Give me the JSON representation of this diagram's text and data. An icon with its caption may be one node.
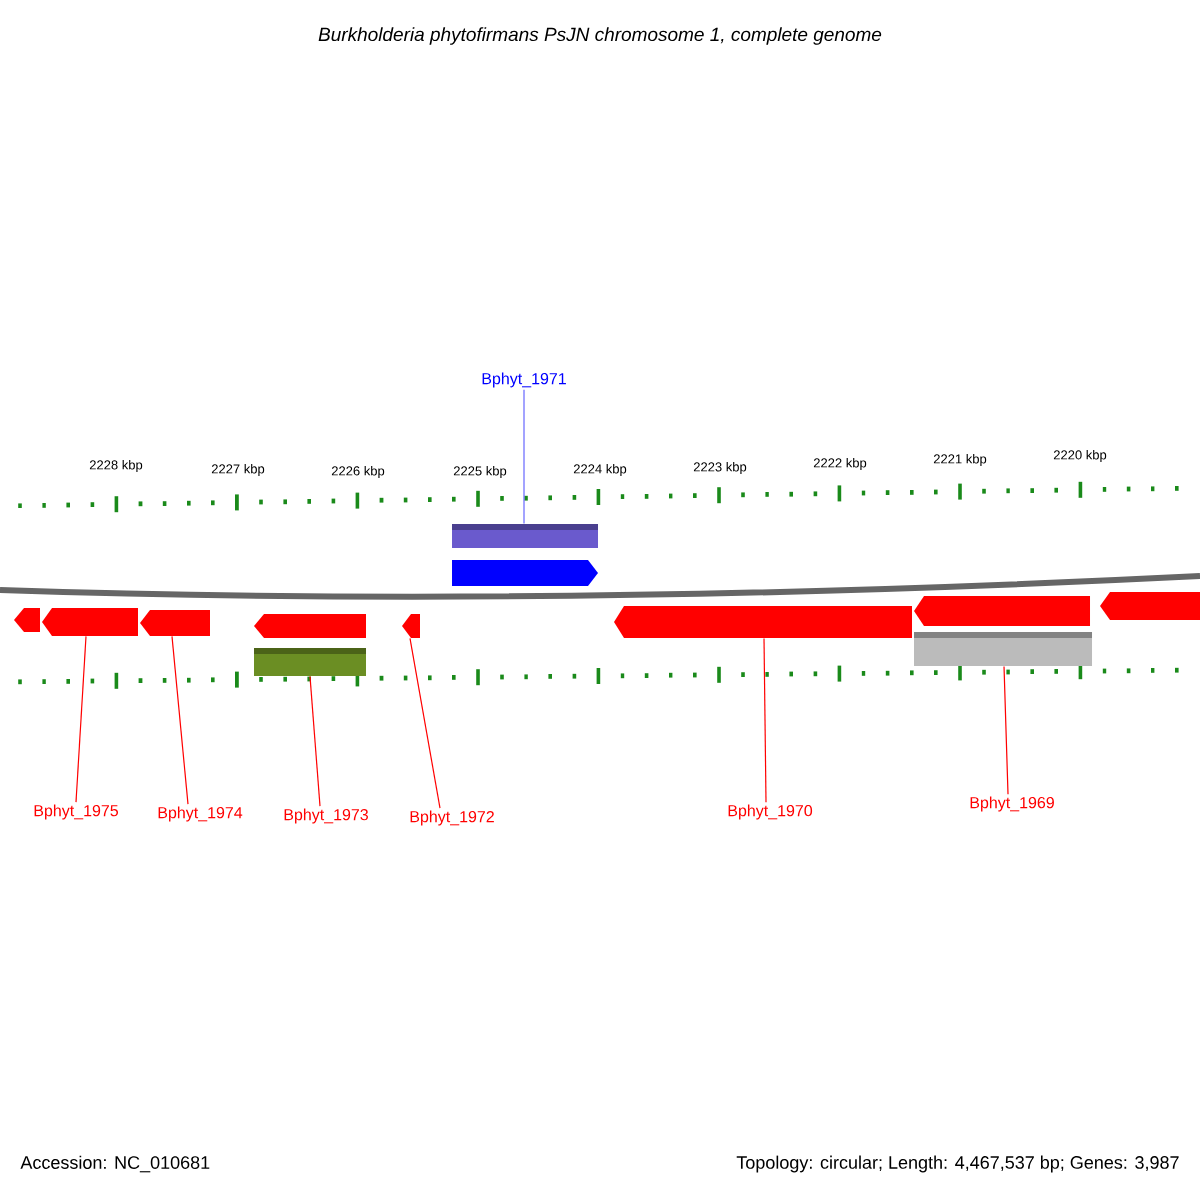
{
  "diagram": {
    "title": "Burkholderia phytofirmans PsJN chromosome 1, complete genome",
    "nodes": [
      {
        "text": [
          "Bphyt_1971"
        ]
      },
      {
        "text": [],
        "shape": "bar"
      },
      {
        "text": [],
        "shape": "arrow"
      },
      {
        "text": [],
        "shape": "arrow"
      },
      {
        "text": [],
        "shape": "arrow"
      },
      {
        "text": [],
        "shape": "arrow"
      },
      {
        "text": [],
        "shape": "arrow"
      },
      {
        "text": [],
        "shape": "arrow"
      },
      {
        "text": [],
        "shape": "arrow"
      },
      {
        "text": [],
        "shape": "arrow"
      },
      {
        "text": [],
        "shape": "arrow"
      },
      {
        "text": [],
        "shape": "bar"
      },
      {
        "text": [],
        "shape": "bar"
      },
      {
        "text": [
          "Bphyt_1975"
        ]
      },
      {
        "text": [
          "Bphyt_1974"
        ]
      },
      {
        "text": [
          "Bphyt_1973"
        ]
      },
      {
        "text": [
          "Bphyt_1972"
        ]
      },
      {
        "text": [
          "Bphyt_1970"
        ]
      },
      {
        "text": [
          "Bphyt_1969"
        ]
      }
    ],
    "edges": [
      {
        "from": 0,
        "to": 1,
        "arrow": "none",
        "color": "#6666ff"
      },
      {
        "from": 13,
        "to": 4,
        "arrow": "none"
      },
      {
        "from": 14,
        "to": 5,
        "arrow": "none"
      },
      {
        "from": 15,
        "to": 11,
        "arrow": "none"
      },
      {
        "from": 16,
        "to": 7,
        "arrow": "none"
      },
      {
        "from": 17,
        "to": 8,
        "arrow": "none"
      },
      {
        "from": 18,
        "to": 12,
        "arrow": "none"
      }
    ],
    "labels": [
      "2228 kbp",
      "2227 kbp",
      "2226 kbp",
      "2225 kbp",
      "2224 kbp",
      "2223 kbp",
      "2222 kbp",
      "2221 kbp",
      "2220 kbp",
      "Accession: NC_010681",
      "Topology: circular; Length: 4,467,537 bp; Genes: 3,987"
    ]
  }
}
